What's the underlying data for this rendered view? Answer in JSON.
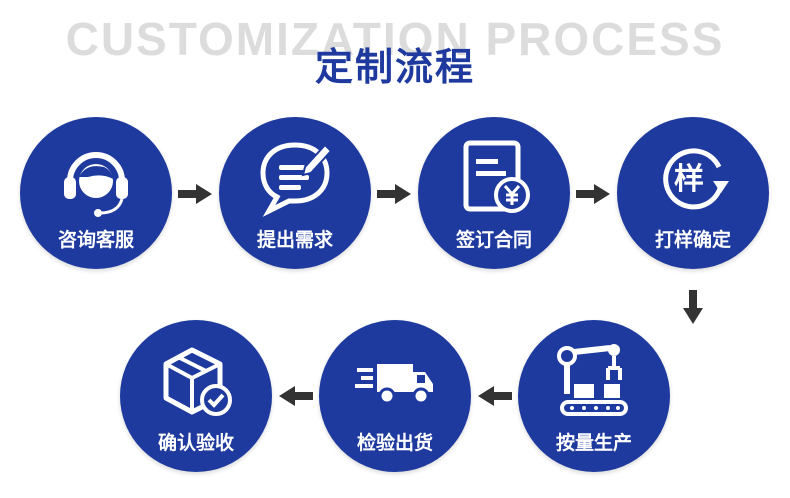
{
  "header": {
    "background_title": "CUSTOMIZATION PROCESS",
    "title": "定制流程"
  },
  "colors": {
    "primary": "#1e3a9e",
    "arrow": "#333333",
    "bg_text": "#dcdcdc"
  },
  "steps": [
    {
      "label": "咨询客服",
      "icon": "headset-agent-icon"
    },
    {
      "label": "提出需求",
      "icon": "speech-bubble-pen-icon"
    },
    {
      "label": "签订合同",
      "icon": "contract-yen-icon"
    },
    {
      "label": "打样确定",
      "icon": "sample-refresh-icon",
      "icon_text": "样"
    },
    {
      "label": "按量生产",
      "icon": "robot-arm-conveyor-icon"
    },
    {
      "label": "检验出货",
      "icon": "delivery-truck-icon"
    },
    {
      "label": "确认验收",
      "icon": "package-check-icon"
    }
  ]
}
